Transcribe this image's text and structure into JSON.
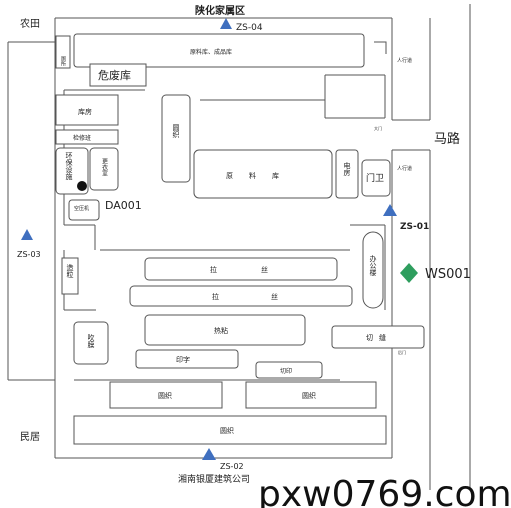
{
  "surroundings": {
    "north": "陕化家属区",
    "farmland": "农田",
    "residence": "民居",
    "road": "马路",
    "south": "湘南银厦建筑公司"
  },
  "rooms": {
    "toilet": "厕所",
    "raw_finished_store": "原料库、成品库",
    "hazardous_waste": "危废库",
    "warehouse": "库房",
    "maintenance": "检修班",
    "env_equipment": "环保设施",
    "changing_room": "更衣室",
    "compressor": "空压机",
    "weaving_left": "圆织",
    "raw_material_store": "原料库",
    "power_room": "电房",
    "gate_guard": "门卫",
    "granulation": "造粒",
    "office": "办公楼",
    "drawing_1": "拉丝",
    "drawing_2": "拉丝",
    "lamination": "热粘",
    "slitting": "切缝",
    "blow_film": "吹膜",
    "printing": "印字",
    "cutting": "切印",
    "weaving_1": "圆织",
    "weaving_2": "圆织",
    "weaving_3": "圆织"
  },
  "entrances": {
    "pedestrian_top": "人行道",
    "pedestrian_mid": "人行道",
    "vehicle_gate": "大门",
    "rear_gate": "后门"
  },
  "monitoring_points": {
    "zs04": "ZS-04",
    "zs01": "ZS-01",
    "zs03": "ZS-03",
    "zs02": "ZS-02",
    "ws001": "WS001",
    "da001": "DA001"
  },
  "watermark": "pxw0769.com",
  "colors": {
    "marker": "#3f6fbf",
    "ws_marker": "#2e9e5e",
    "line": "#555555"
  }
}
